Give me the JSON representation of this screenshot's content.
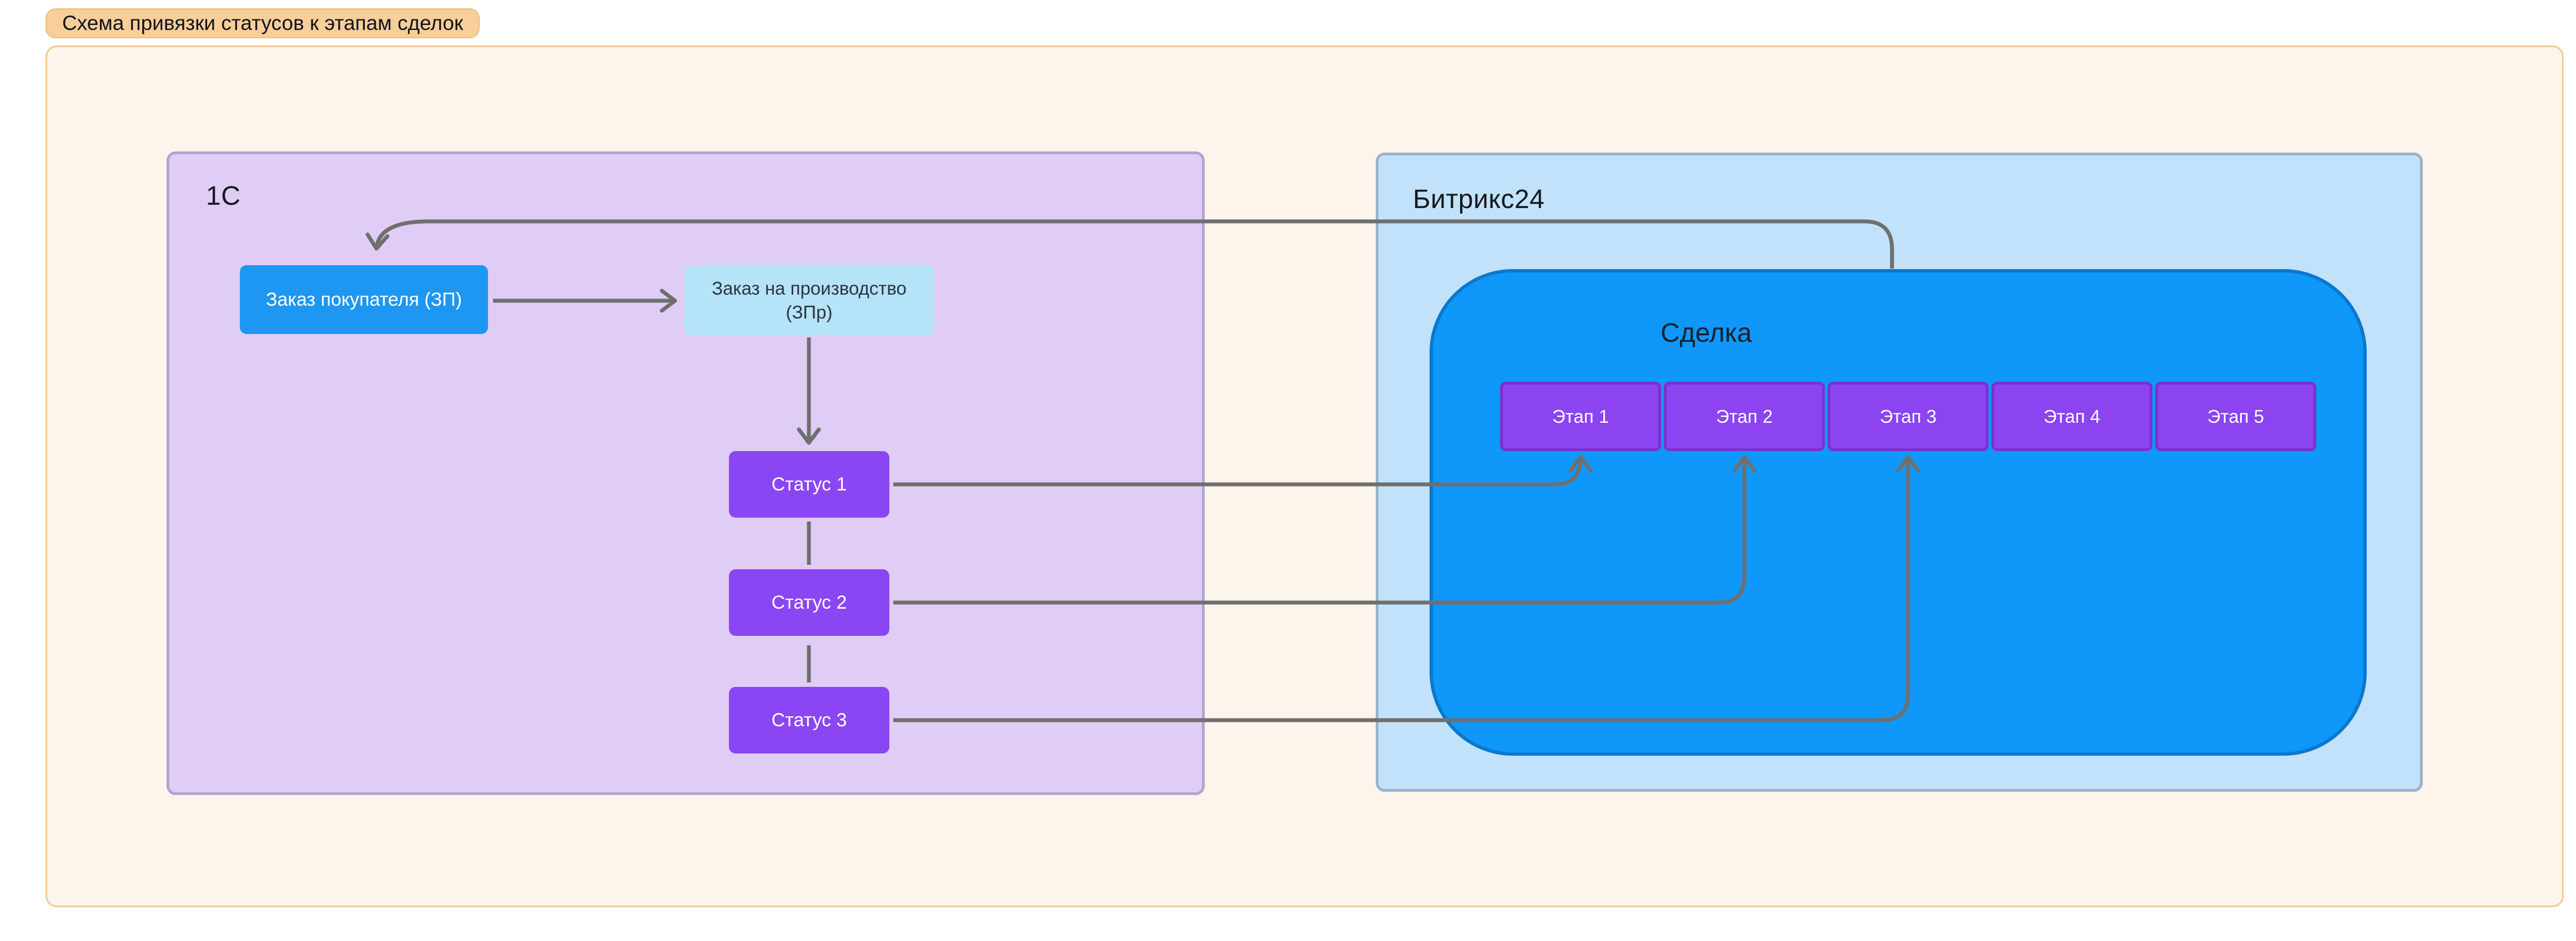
{
  "title": "Схема привязки статусов к этапам сделок",
  "groups": {
    "onec": {
      "label": "1С"
    },
    "bitrix": {
      "label": "Битрикс24"
    }
  },
  "nodes": {
    "customer_order": {
      "label": "Заказ покупателя (ЗП)"
    },
    "production_order": {
      "line1": "Заказ на производство",
      "line2": "(ЗПр)"
    },
    "statuses": [
      "Статус 1",
      "Статус 2",
      "Статус 3"
    ],
    "deal": {
      "label": "Сделка"
    },
    "stages": [
      "Этап 1",
      "Этап 2",
      "Этап 3",
      "Этап 4",
      "Этап 5"
    ]
  },
  "connectors": [
    "customer-order-to-production-order",
    "deal-to-customer-order-feedback",
    "production-order-to-status-1",
    "status-1-to-status-2",
    "status-2-to-status-3",
    "status-1-to-stage-1",
    "status-2-to-stage-2",
    "status-3-to-stage-3"
  ],
  "colors": {
    "page_bg": "#ffffff",
    "canvas_bg": "#fdf5ec",
    "canvas_border": "#f3c993",
    "badge_bg": "#f8ce99",
    "badge_border": "#edbd7c",
    "onec_bg": "#e0cdf5",
    "onec_border": "#b1a4cf",
    "bitrix_bg": "#c1e2fa",
    "bitrix_border": "#9ab4c9",
    "deal_bg": "#0f97fa",
    "deal_border": "#0b77cd",
    "customer_order_bg": "#1d97f2",
    "production_order_bg": "#b5e3f8",
    "status_bg": "#8b46f3",
    "stage_bg": "#8b44ef",
    "stage_border": "#7a32cd",
    "arrow": "#6f6f6f"
  }
}
